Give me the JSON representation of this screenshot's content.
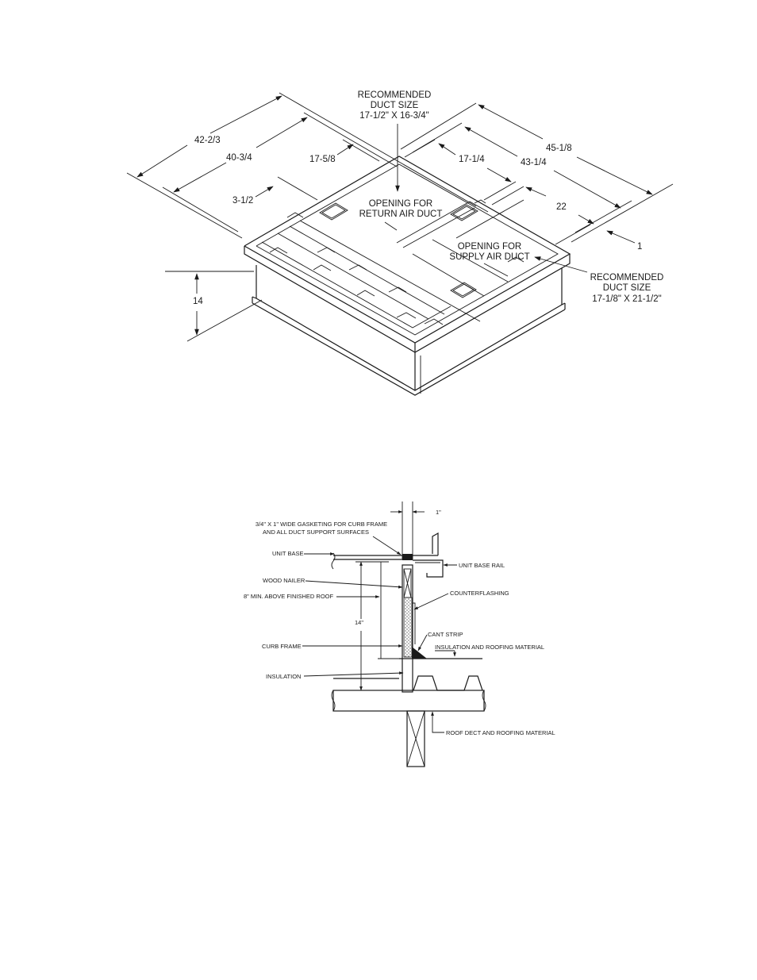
{
  "top": {
    "dims": {
      "d_42_2_3": "42-2/3",
      "d_40_3_4": "40-3/4",
      "d_17_5_8": "17-5/8",
      "d_3_1_2": "3-1/2",
      "d_45_1_8": "45-1/8",
      "d_43_1_4": "43-1/4",
      "d_17_1_4": "17-1/4",
      "d_22": "22",
      "d_1": "1",
      "d_14": "14"
    },
    "return_duct": {
      "line1": "RECOMMENDED",
      "line2": "DUCT SIZE",
      "line3": "17-1/2\" X 16-3/4\""
    },
    "return_opening": {
      "line1": "OPENING FOR",
      "line2": "RETURN AIR DUCT"
    },
    "supply_opening": {
      "line1": "OPENING FOR",
      "line2": "SUPPLY AIR DUCT"
    },
    "supply_duct": {
      "line1": "RECOMMENDED",
      "line2": "DUCT SIZE",
      "line3": "17-1/8\" X 21-1/2\""
    }
  },
  "section": {
    "dim_1in": "1\"",
    "gasketing_1": "3/4\" X 1\" WIDE GASKETING FOR CURB FRAME",
    "gasketing_2": "AND ALL DUCT SUPPORT SURFACES",
    "unit_base": "UNIT BASE",
    "unit_base_rail": "UNIT BASE RAIL",
    "wood_nailer": "WOOD NAILER",
    "min_above_roof": "8\" MIN. ABOVE FINISHED ROOF",
    "counterflashing": "COUNTERFLASHING",
    "dim_14in": "14\"",
    "cant_strip": "CANT STRIP",
    "insulation_roofing": "INSULATION AND ROOFING MATERIAL",
    "curb_frame": "CURB FRAME",
    "insulation": "INSULATION",
    "roof_deck": "ROOF DECT AND ROOFING MATERIAL"
  }
}
